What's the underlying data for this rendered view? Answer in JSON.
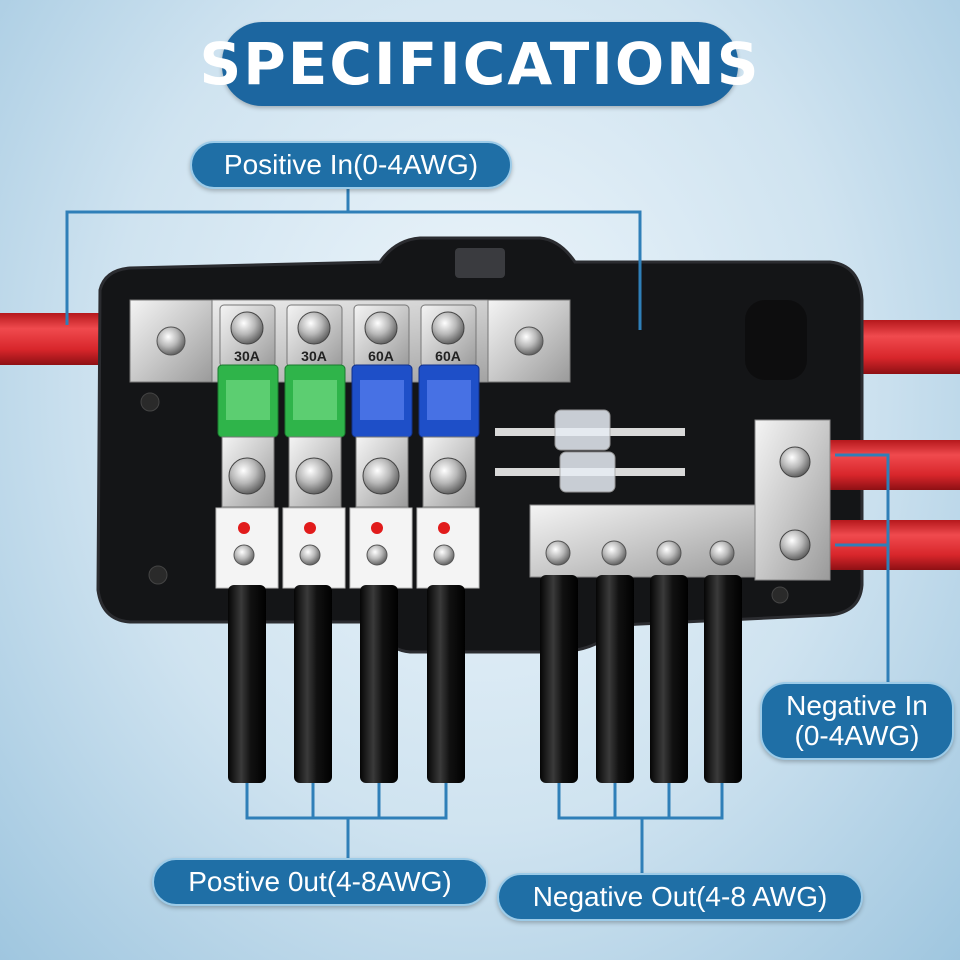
{
  "title": "SPECIFICATIONS",
  "labels": {
    "positive_in": "Positive In(0-4AWG)",
    "negative_in_line1": "Negative In",
    "negative_in_line2": "(0-4AWG)",
    "positive_out": "Postive 0ut(4-8AWG)",
    "negative_out": "Negative Out(4-8 AWG)"
  },
  "fuses": [
    {
      "rating": "30A",
      "color": "#2fb44a"
    },
    {
      "rating": "30A",
      "color": "#2fb44a"
    },
    {
      "rating": "60A",
      "color": "#1e4fc8"
    },
    {
      "rating": "60A",
      "color": "#1e4fc8"
    }
  ],
  "colors": {
    "accent": "#1f6fa6",
    "callout_line": "#2f7fb8",
    "wire_red": "#e0262b",
    "housing": "#17181b",
    "led": "#e11b1b"
  }
}
